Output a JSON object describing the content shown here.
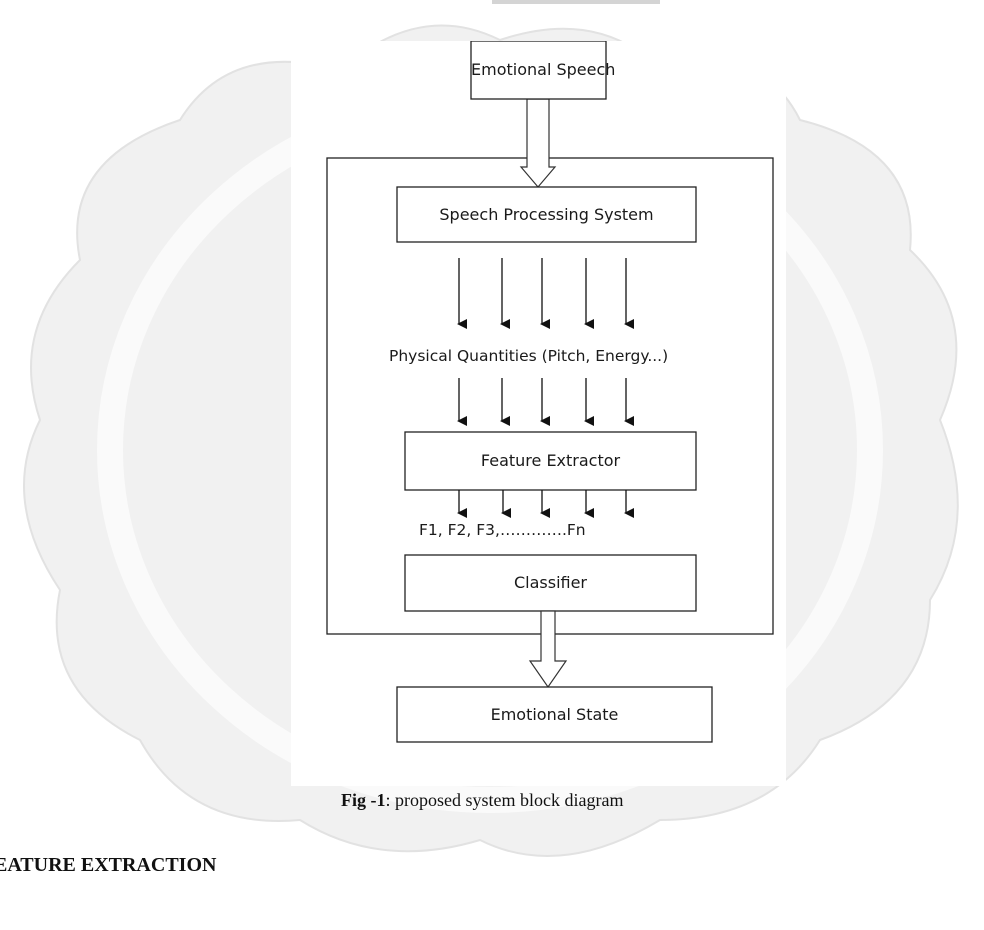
{
  "figure": {
    "blocks": {
      "input": "Emotional Speech",
      "processing": "Speech Processing System",
      "quantities": "Physical Quantities (Pitch, Energy...)",
      "extractor": "Feature Extractor",
      "features": "F1,   F2, F3,………….Fn",
      "classifier": "Classifier",
      "output": "Emotional State"
    },
    "caption_label": "Fig -1",
    "caption_text": ": proposed system block diagram"
  },
  "section": {
    "heading": "EATURE EXTRACTION"
  }
}
